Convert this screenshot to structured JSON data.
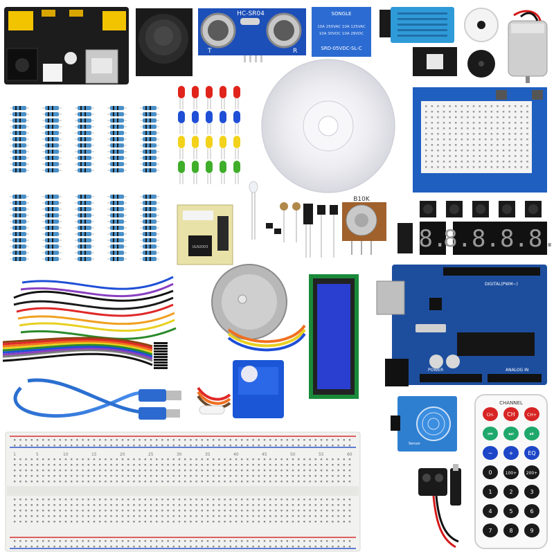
{
  "labels": {
    "ultrasonic_model": "HC-SR04",
    "ultrasonic_t": "T",
    "ultrasonic_r": "R",
    "relay_brand": "SONGLE",
    "relay_line1": "10A 250VAC 10A 125VAC",
    "relay_line2": "10A 30VDC 10A 28VDC",
    "relay_model": "SRD-05VDC-SL-C",
    "potentiometer_value": "B10K",
    "seven_seg_single": "8.",
    "seven_seg_quad": "8.8.8.8.",
    "uln_chip": "ULN2003",
    "board_digital": "DIGITAL(PWM~)",
    "board_power": "POWER",
    "board_analog": "ANALOG IN",
    "touch_sensor": "Sensor",
    "remote_title": "CHANNEL",
    "remote_keys": [
      "CH-",
      "CH",
      "CH+",
      "⏮",
      "⏭",
      "⏯",
      "−",
      "+",
      "EQ",
      "0",
      "100+",
      "200+",
      "1",
      "2",
      "3",
      "4",
      "5",
      "6",
      "7",
      "8",
      "9"
    ],
    "breadboard_numbers": [
      "1",
      "5",
      "10",
      "15",
      "20",
      "25",
      "30",
      "35",
      "40",
      "45",
      "50",
      "55",
      "60"
    ]
  },
  "colors": {
    "pcb_blue": "#1d4e9e",
    "pcb_dark": "#1a1a1a",
    "resistor_body": "#4a90c8",
    "led_red": "#e0241b",
    "led_blue": "#1f4fd6",
    "led_yellow": "#f2d21a",
    "led_green": "#3fae2a",
    "lcd_screen": "#2a3fd0",
    "servo_blue": "#1a56d6",
    "remote_red": "#d82424",
    "remote_green": "#1fa86b",
    "remote_blue": "#1e46c8",
    "breadboard_body": "#f1f1ef"
  }
}
